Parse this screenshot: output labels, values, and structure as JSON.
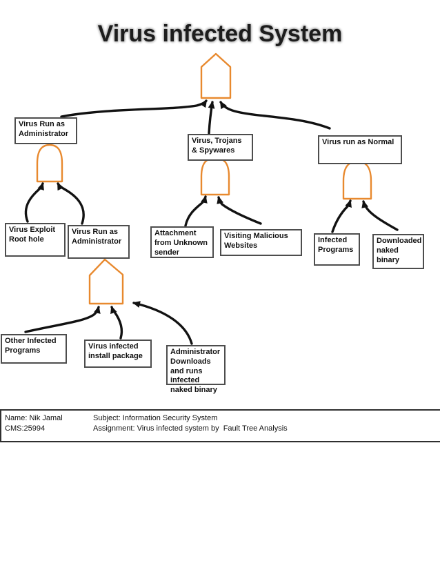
{
  "title": "Virus infected System",
  "colors": {
    "shape_orange": "#E8892E",
    "box_border": "#4D4D4D",
    "connector_black": "#121212"
  },
  "nodes": {
    "virus_run_admin_top": "Virus Run as Administrator",
    "virus_trojans_spywares": "Virus, Trojans & Spywares",
    "virus_run_normal": "Virus run as Normal",
    "virus_exploit_root_hole": "Virus Exploit Root hole",
    "virus_run_admin_2": "Virus Run as Administrator",
    "attachment_unknown_sender": "Attachment from Unknown sender",
    "visiting_malicious_websites": "Visiting Malicious Websites",
    "infected_programs": "Infected Programs",
    "downloaded_naked_binary": "Downloaded naked binary",
    "other_infected_programs": "Other Infected Programs",
    "virus_infected_install_package": "Virus infected install package",
    "admin_downloads_naked_binary": "Administrator Downloads  and runs infected naked binary"
  },
  "footer": {
    "name": "Name: Nik Jamal",
    "cms": "CMS:25994",
    "subject": "Subject: Information Security System",
    "assignment": "Assignment: Virus infected system by  Fault Tree Analysis"
  }
}
